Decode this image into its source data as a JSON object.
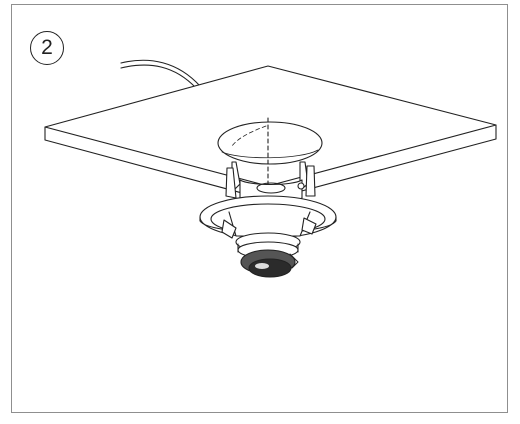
{
  "step": {
    "number": "2"
  },
  "colors": {
    "frame_border": "#8f8f8f",
    "line": "#222222",
    "dark_part": "#555555"
  },
  "diagram": {
    "parts": [
      "cable",
      "ceiling-panel",
      "ceiling-hole",
      "mounting-clips",
      "trim-ring",
      "dome-camera",
      "camera-lens"
    ]
  }
}
